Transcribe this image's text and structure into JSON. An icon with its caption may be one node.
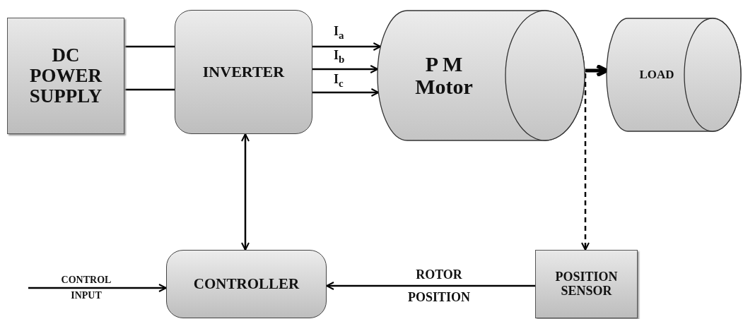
{
  "diagram": {
    "nodes": [
      {
        "text": [
          "DC POWER SUPPLY"
        ]
      },
      {
        "text": [
          "INVERTER"
        ]
      },
      {
        "text": [
          "P M Motor"
        ]
      },
      {
        "text": [
          "LOAD"
        ]
      },
      {
        "text": [
          "CONTROLLER"
        ]
      },
      {
        "text": [
          "POSITION SENSOR"
        ]
      }
    ],
    "edges": [
      {
        "from": 0,
        "to": 1,
        "arrow": "none"
      },
      {
        "from": 0,
        "to": 1,
        "arrow": "none"
      },
      {
        "from": 1,
        "to": 2,
        "arrow": "to",
        "label": "I$_{a}$"
      },
      {
        "from": 1,
        "to": 2,
        "arrow": "to",
        "label": "I$_{b}$"
      },
      {
        "from": 1,
        "to": 2,
        "arrow": "to",
        "label": "I$_{c}$"
      },
      {
        "from": 2,
        "to": 3,
        "arrow": "to",
        "style": "thick"
      },
      {
        "from": 2,
        "to": 5,
        "arrow": "to",
        "style": "dashed"
      },
      {
        "from": 1,
        "to": 4,
        "arrow": "both"
      },
      {
        "from": null,
        "to": 4,
        "arrow": "to",
        "label": "CONTROL INPUT"
      },
      {
        "from": 5,
        "to": 4,
        "arrow": "to",
        "label": "ROTOR POSITION"
      }
    ]
  }
}
